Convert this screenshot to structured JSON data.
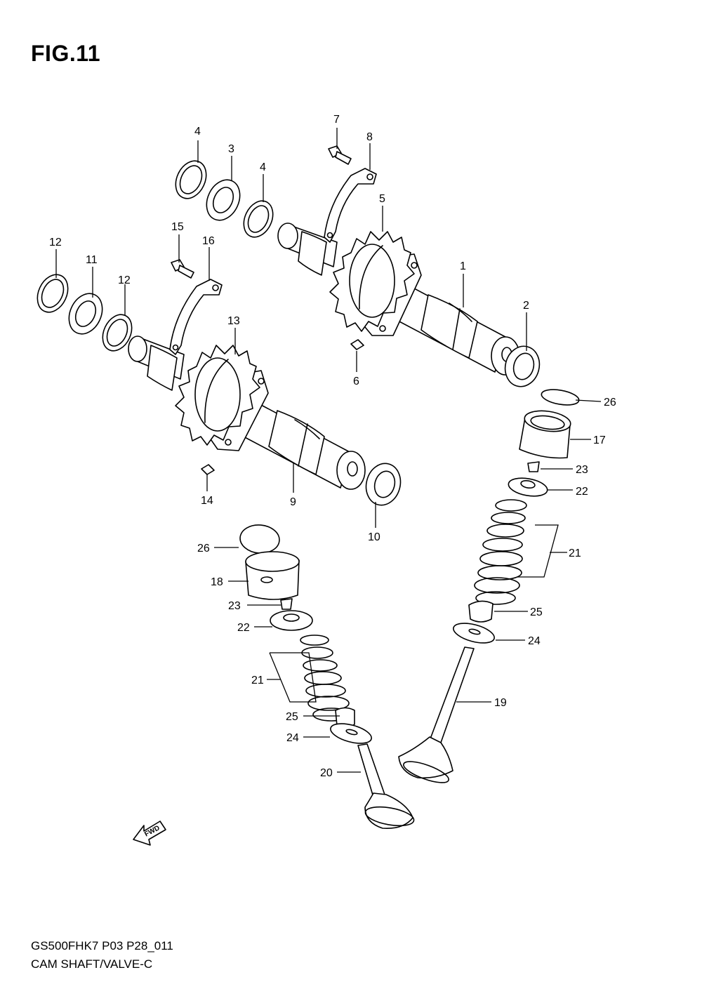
{
  "figure": {
    "title": "FIG.11"
  },
  "footer": {
    "model_code": "GS500FHK7 P03 P28_011",
    "description": "CAM SHAFT/VALVE-C"
  },
  "forward_marker": {
    "text": "FWD"
  },
  "callouts": {
    "c1": "1",
    "c2": "2",
    "c3": "3",
    "c4a": "4",
    "c4b": "4",
    "c5": "5",
    "c6": "6",
    "c7": "7",
    "c8": "8",
    "c9": "9",
    "c10": "10",
    "c11": "11",
    "c12a": "12",
    "c12b": "12",
    "c13": "13",
    "c14": "14",
    "c15": "15",
    "c16": "16",
    "c17": "17",
    "c18": "18",
    "c19": "19",
    "c20": "20",
    "c21a": "21",
    "c21b": "21",
    "c22a": "22",
    "c22b": "22",
    "c23a": "23",
    "c23b": "23",
    "c24a": "24",
    "c24b": "24",
    "c25a": "25",
    "c25b": "25",
    "c26a": "26",
    "c26b": "26"
  }
}
